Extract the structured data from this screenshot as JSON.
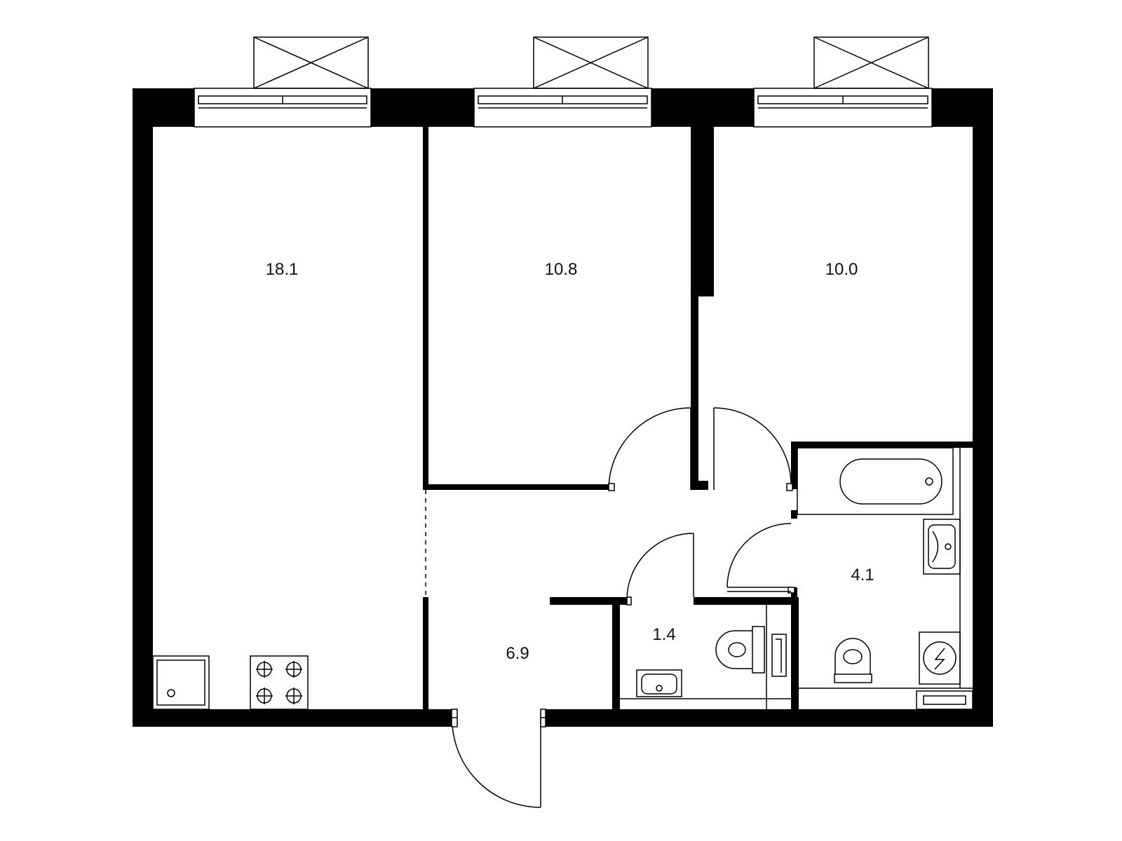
{
  "colors": {
    "wall": "#000000",
    "line": "#000000",
    "background": "#ffffff"
  },
  "rooms": [
    {
      "id": "kitchen-living",
      "area": "18.1"
    },
    {
      "id": "bedroom-middle",
      "area": "10.8"
    },
    {
      "id": "bedroom-right",
      "area": "10.0"
    },
    {
      "id": "bathroom",
      "area": "4.1"
    },
    {
      "id": "toilet",
      "area": "1.4"
    },
    {
      "id": "hallway",
      "area": "6.9"
    }
  ]
}
